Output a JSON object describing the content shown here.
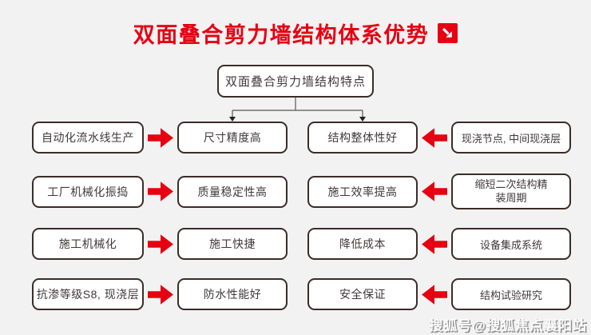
{
  "page": {
    "background_color": "#f2f2f2",
    "accent_red": "#e60012",
    "box_border_color": "#3c2c28",
    "connector_color": "#555555"
  },
  "title": {
    "text": "双面叠合剪力墙结构体系优势",
    "icon": "arrow-down-right-icon"
  },
  "root_box": {
    "text": "双面叠合剪力墙结构特点"
  },
  "rows": [
    {
      "left": "自动化流水线生产",
      "mid_left": "尺寸精度高",
      "mid_right": "结构整体性好",
      "right": "现浇节点, 中间现浇层"
    },
    {
      "left": "工厂机械化振捣",
      "mid_left": "质量稳定性高",
      "mid_right": "施工效率提高",
      "right": "缩短二次结构精装周期"
    },
    {
      "left": "施工机械化",
      "mid_left": "施工快捷",
      "mid_right": "降低成本",
      "right": "设备集成系统"
    },
    {
      "left": "抗渗等级S8, 现浇层",
      "mid_left": "防水性能好",
      "mid_right": "安全保证",
      "right": "结构试验研究"
    }
  ],
  "watermark": {
    "text": "搜狐号@搜狐焦点襄阳站"
  }
}
